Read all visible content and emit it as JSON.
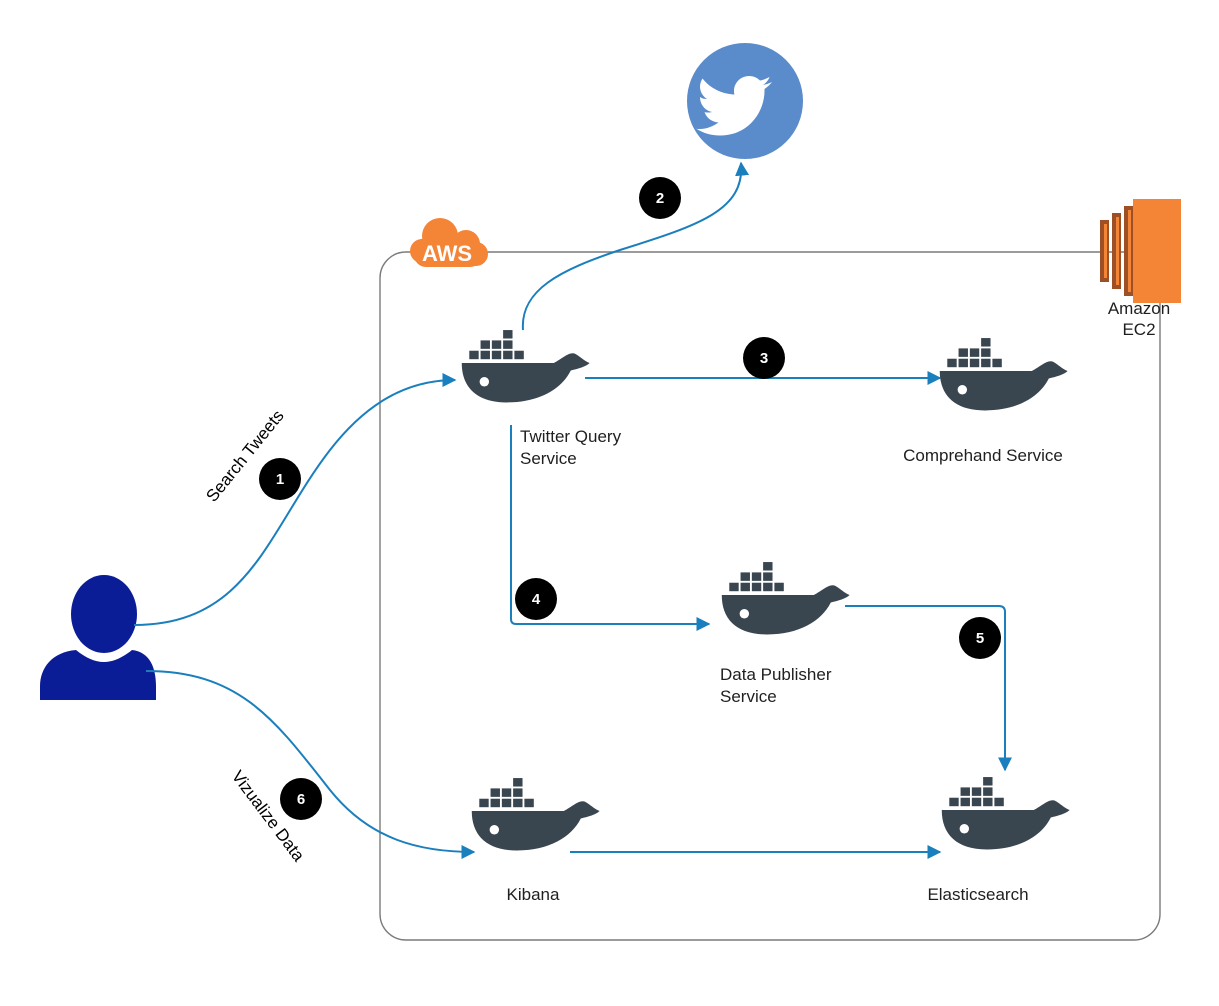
{
  "colors": {
    "flow": "#1a7fbd",
    "docker": "#394650",
    "user": "#0b1d96",
    "twitter": "#5a8ccb",
    "aws": "#f58536",
    "ec2_light": "#f58536",
    "ec2_dark": "#9d5025",
    "border": "#7a7a7a",
    "step": "#000000"
  },
  "cloud": {
    "badge": "AWS"
  },
  "ec2": {
    "line1": "Amazon",
    "line2": "EC2",
    "icon": "amazon-ec2-icon"
  },
  "twitter": {
    "icon": "twitter-bird-icon"
  },
  "user": {
    "icon": "user-icon"
  },
  "services": {
    "twitter_query": {
      "line1": "Twitter Query",
      "line2": "Service",
      "icon": "docker-whale-icon"
    },
    "comprehend": {
      "label": "Comprehand Service",
      "icon": "docker-whale-icon"
    },
    "data_publisher": {
      "line1": "Data Publisher",
      "line2": "Service",
      "icon": "docker-whale-icon"
    },
    "kibana": {
      "label": "Kibana",
      "icon": "docker-whale-icon"
    },
    "elasticsearch": {
      "label": "Elasticsearch",
      "icon": "docker-whale-icon"
    }
  },
  "edges": {
    "search_tweets": "Search Tweets",
    "visualize_data": "Vizualize Data"
  },
  "steps": [
    "1",
    "2",
    "3",
    "4",
    "5",
    "6"
  ]
}
